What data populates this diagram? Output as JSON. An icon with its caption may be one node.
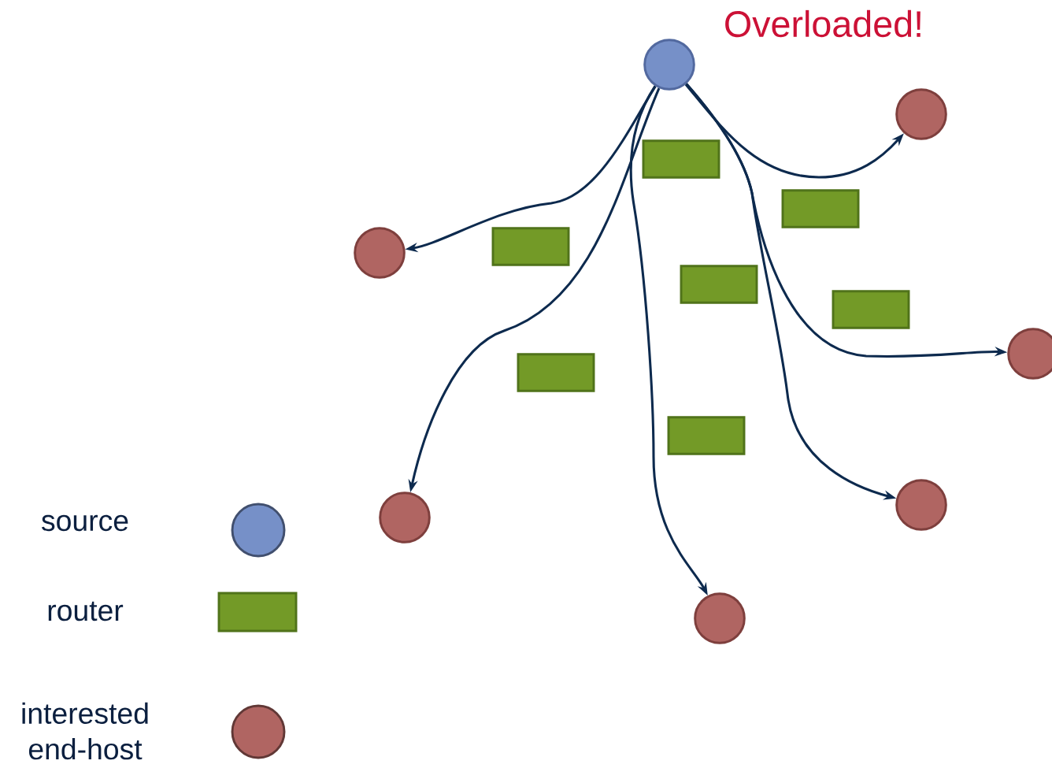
{
  "diagram": {
    "nodes": [
      {
        "text": [],
        "shape": "circle"
      },
      {
        "text": [],
        "shape": "box"
      },
      {
        "text": [],
        "shape": "box"
      },
      {
        "text": [],
        "shape": "box"
      },
      {
        "text": [],
        "shape": "box"
      },
      {
        "text": [],
        "shape": "box"
      },
      {
        "text": [],
        "shape": "box"
      },
      {
        "text": [],
        "shape": "box"
      },
      {
        "text": [],
        "shape": "circle"
      },
      {
        "text": [],
        "shape": "circle"
      },
      {
        "text": [],
        "shape": "circle"
      },
      {
        "text": [],
        "shape": "circle"
      },
      {
        "text": [],
        "shape": "circle"
      },
      {
        "text": [],
        "shape": "circle"
      }
    ],
    "edges": [
      {
        "from": 0,
        "to": 8,
        "arrow": "to"
      },
      {
        "from": 0,
        "to": 9,
        "arrow": "to"
      },
      {
        "from": 0,
        "to": 10,
        "arrow": "to"
      },
      {
        "from": 0,
        "to": 11,
        "arrow": "to"
      },
      {
        "from": 0,
        "to": 12,
        "arrow": "to"
      },
      {
        "from": 0,
        "to": 13,
        "arrow": "to"
      }
    ],
    "labels": [
      "Overloaded!"
    ],
    "legend": [
      {
        "text": "source",
        "color": "#7690c8"
      },
      {
        "text": "router",
        "color": "#739a27"
      },
      {
        "text": "interested end-host",
        "color": "#b06562"
      }
    ]
  }
}
